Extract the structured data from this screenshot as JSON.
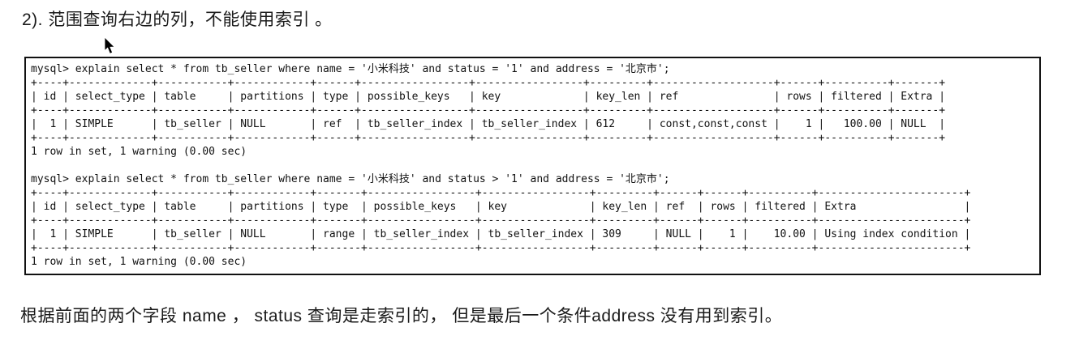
{
  "page": {
    "title": "2). 范围查询右边的列，不能使用索引 。",
    "footer_note": "根据前面的两个字段 name ， status 查询是走索引的， 但是最后一个条件address 没有用到索引。"
  },
  "terminal": {
    "blocks": [
      {
        "prompt": "mysql>",
        "command": "explain select * from tb_seller where name = '小米科技' and status = '1' and address = '北京市';",
        "table": {
          "headers": [
            "id",
            "select_type",
            "table",
            "partitions",
            "type",
            "possible_keys",
            "key",
            "key_len",
            "ref",
            "rows",
            "filtered",
            "Extra"
          ],
          "rows": [
            [
              "1",
              "SIMPLE",
              "tb_seller",
              "NULL",
              "ref",
              "tb_seller_index",
              "tb_seller_index",
              "612",
              "const,const,const",
              "1",
              "100.00",
              "NULL"
            ]
          ],
          "right_aligned_columns": [
            "id",
            "rows",
            "filtered"
          ]
        },
        "status_line": "1 row in set, 1 warning (0.00 sec)"
      },
      {
        "prompt": "mysql>",
        "command": "explain select * from tb_seller where name = '小米科技' and status > '1' and address = '北京市';",
        "table": {
          "headers": [
            "id",
            "select_type",
            "table",
            "partitions",
            "type",
            "possible_keys",
            "key",
            "key_len",
            "ref",
            "rows",
            "filtered",
            "Extra"
          ],
          "rows": [
            [
              "1",
              "SIMPLE",
              "tb_seller",
              "NULL",
              "range",
              "tb_seller_index",
              "tb_seller_index",
              "309",
              "NULL",
              "1",
              "10.00",
              "Using index condition"
            ]
          ],
          "right_aligned_columns": [
            "id",
            "rows",
            "filtered"
          ]
        },
        "status_line": "1 row in set, 1 warning (0.00 sec)"
      }
    ]
  }
}
